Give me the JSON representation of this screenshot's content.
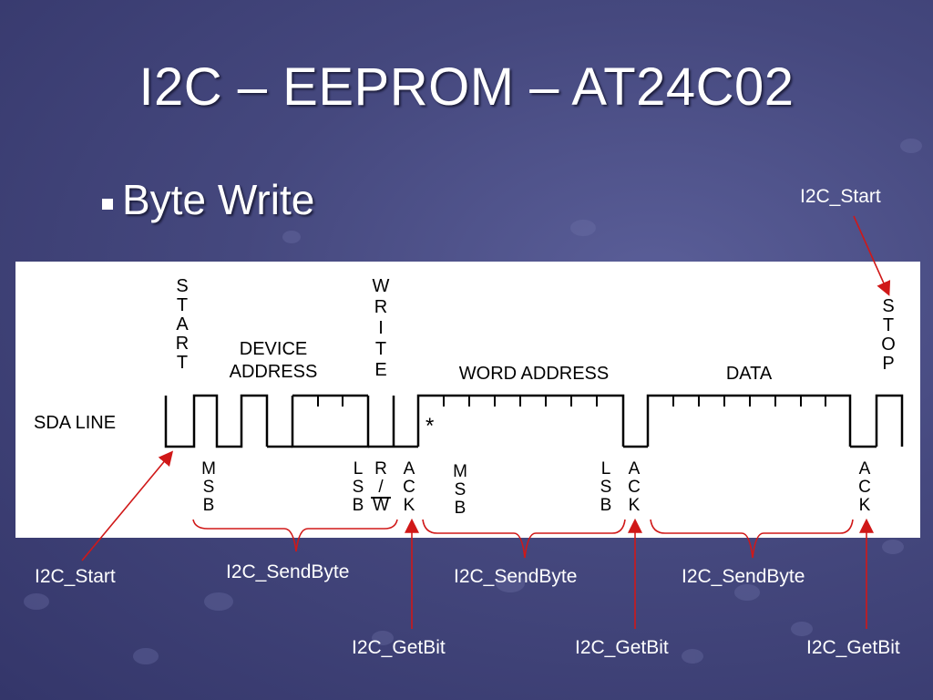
{
  "slide": {
    "title": "I2C – EEPROM – AT24C02",
    "bullet": "Byte Write"
  },
  "diagram": {
    "sda_line_label": "SDA LINE",
    "top_labels": {
      "start": "START",
      "device_address_line1": "DEVICE",
      "device_address_line2": "ADDRESS",
      "write": "WRITE",
      "word_address": "WORD ADDRESS",
      "data": "DATA",
      "stop": "STOP"
    },
    "bottom_labels": {
      "msb": "MSB",
      "lsb": "LSB",
      "rw_r": "R",
      "rw_slash": "/",
      "rw_w": "W",
      "ack": "ACK"
    },
    "asterisk": "*"
  },
  "annotations": {
    "start_top": "I2C_Start",
    "start_bottom": "I2C_Start",
    "sendbyte_1": "I2C_SendByte",
    "sendbyte_2": "I2C_SendByte",
    "sendbyte_3": "I2C_SendByte",
    "getbit_1": "I2C_GetBit",
    "getbit_2": "I2C_GetBit",
    "getbit_3": "I2C_GetBit"
  },
  "colors": {
    "annotation_arrow": "#d01818",
    "brace": "#d01818",
    "waveform": "#000000"
  }
}
